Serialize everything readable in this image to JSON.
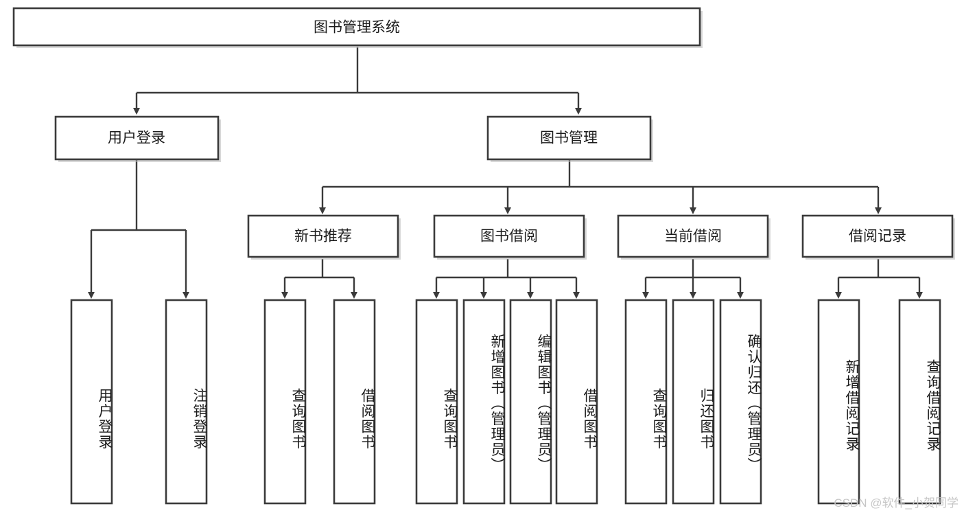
{
  "diagram": {
    "type": "tree-hierarchy-chart",
    "title": "图书管理系统",
    "watermark": "CSDN @软件_小贺同学",
    "colors": {
      "box_stroke": "#3a3a3a",
      "box_fill": "#ffffff",
      "text": "#1b1b1b",
      "watermark": "#c6c6c6",
      "background": "#ffffff"
    },
    "levels": {
      "root": {
        "label": "图书管理系统"
      },
      "level2": [
        {
          "label": "用户登录"
        },
        {
          "label": "图书管理"
        }
      ],
      "level3": [
        {
          "label": "新书推荐"
        },
        {
          "label": "图书借阅"
        },
        {
          "label": "当前借阅"
        },
        {
          "label": "借阅记录"
        }
      ],
      "leaves": {
        "user_login": [
          {
            "label": "用户登录"
          },
          {
            "label": "注销登录"
          }
        ],
        "new_book_recommend": [
          {
            "label": "查询图书"
          },
          {
            "label": "借阅图书"
          }
        ],
        "book_borrow": [
          {
            "label": "查询图书"
          },
          {
            "label": "新增图书（管理员）"
          },
          {
            "label": "编辑图书（管理员）"
          },
          {
            "label": "借阅图书"
          }
        ],
        "current_borrow": [
          {
            "label": "查询图书"
          },
          {
            "label": "归还图书"
          },
          {
            "label": "确认归还（管理员）"
          }
        ],
        "borrow_record": [
          {
            "label": "新增借阅记录"
          },
          {
            "label": "查询借阅记录"
          }
        ]
      }
    }
  }
}
